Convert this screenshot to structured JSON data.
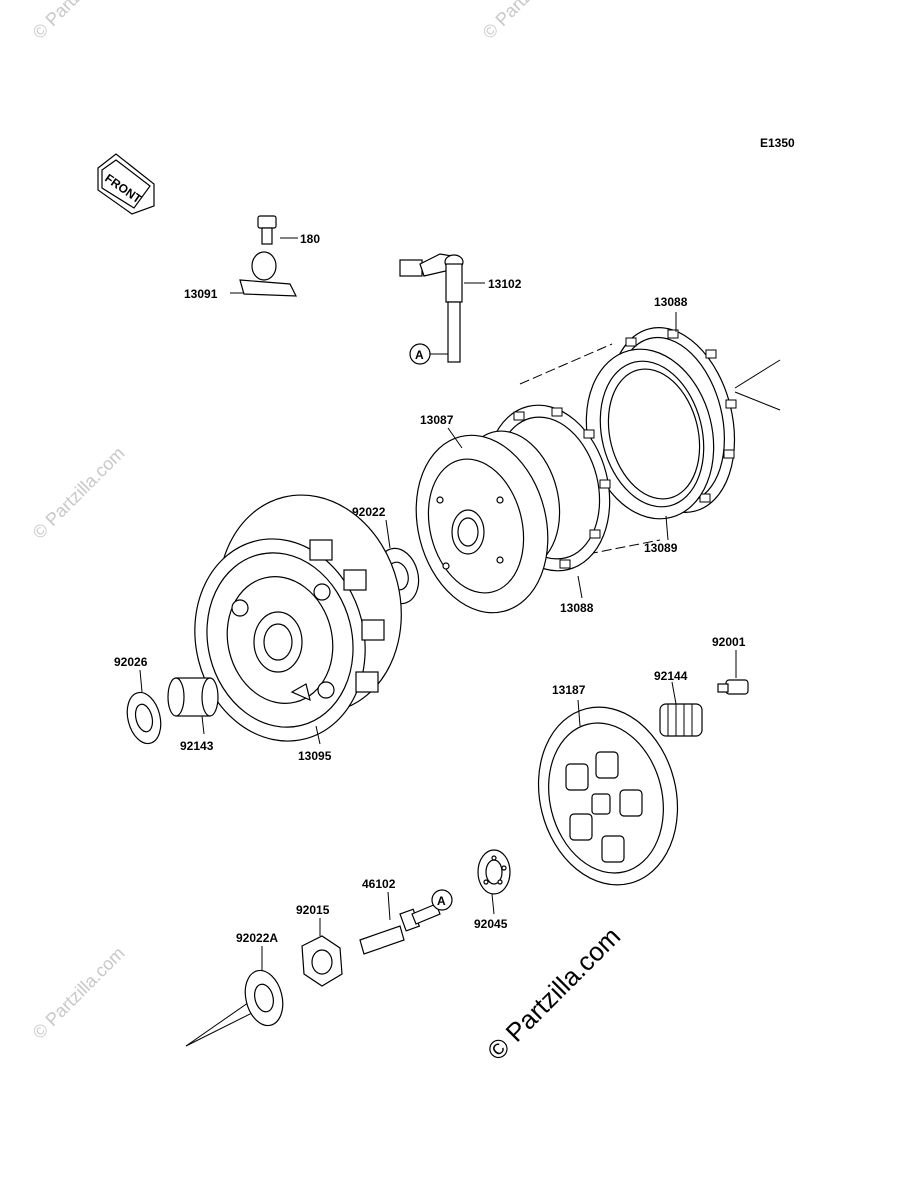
{
  "diagram_code": "E1350",
  "front_label": "FRONT",
  "ref_a": "A",
  "watermark": "© Partzilla.com",
  "parts": {
    "p180": "180",
    "p13091": "13091",
    "p13102": "13102",
    "p13088_top": "13088",
    "p13087": "13087",
    "p92022": "92022",
    "p13089": "13089",
    "p13088_bottom": "13088",
    "p92026": "92026",
    "p92143": "92143",
    "p13095": "13095",
    "p92001": "92001",
    "p92144": "92144",
    "p13187": "13187",
    "p46102": "46102",
    "p92015": "92015",
    "p92045": "92045",
    "p92022A": "92022A"
  }
}
